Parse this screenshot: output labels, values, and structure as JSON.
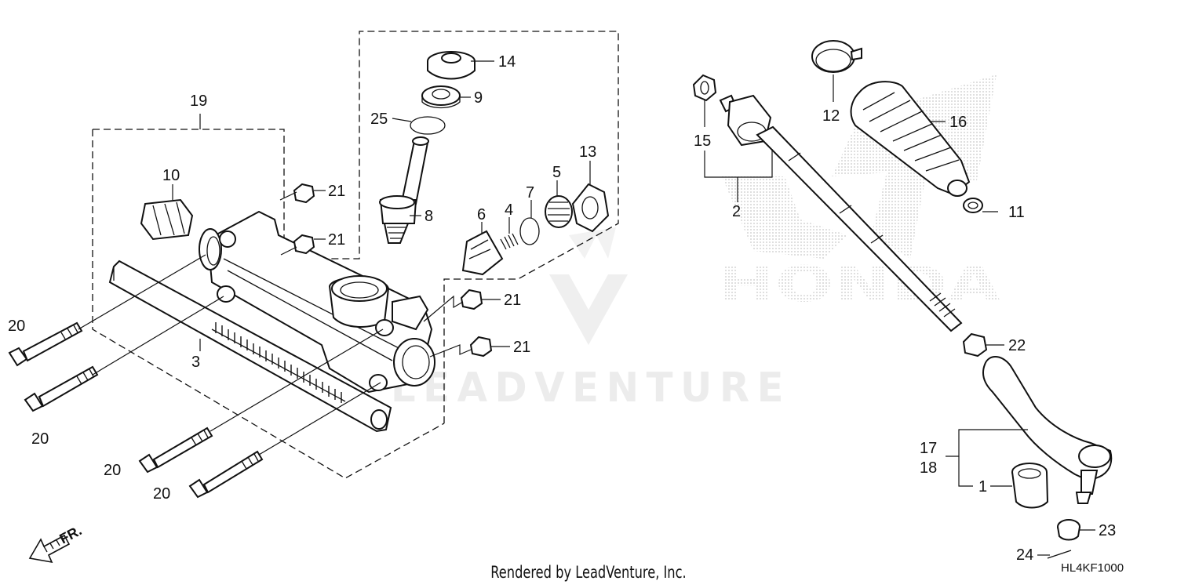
{
  "diagram": {
    "callouts": [
      {
        "id": "c1",
        "label": "1"
      },
      {
        "id": "c2",
        "label": "2"
      },
      {
        "id": "c3",
        "label": "3"
      },
      {
        "id": "c4",
        "label": "4"
      },
      {
        "id": "c5",
        "label": "5"
      },
      {
        "id": "c6",
        "label": "6"
      },
      {
        "id": "c7",
        "label": "7"
      },
      {
        "id": "c8",
        "label": "8"
      },
      {
        "id": "c9",
        "label": "9"
      },
      {
        "id": "c10",
        "label": "10"
      },
      {
        "id": "c11",
        "label": "11"
      },
      {
        "id": "c12",
        "label": "12"
      },
      {
        "id": "c13",
        "label": "13"
      },
      {
        "id": "c14",
        "label": "14"
      },
      {
        "id": "c15",
        "label": "15"
      },
      {
        "id": "c16",
        "label": "16"
      },
      {
        "id": "c17",
        "label": "17"
      },
      {
        "id": "c18",
        "label": "18"
      },
      {
        "id": "c19",
        "label": "19"
      },
      {
        "id": "c20a",
        "label": "20"
      },
      {
        "id": "c20b",
        "label": "20"
      },
      {
        "id": "c20c",
        "label": "20"
      },
      {
        "id": "c20d",
        "label": "20"
      },
      {
        "id": "c21a",
        "label": "21"
      },
      {
        "id": "c21b",
        "label": "21"
      },
      {
        "id": "c21c",
        "label": "21"
      },
      {
        "id": "c21d",
        "label": "21"
      },
      {
        "id": "c22",
        "label": "22"
      },
      {
        "id": "c23",
        "label": "23"
      },
      {
        "id": "c24",
        "label": "24"
      },
      {
        "id": "c25",
        "label": "25"
      }
    ],
    "front_arrow_label": "FR.",
    "diagram_code": "HL4KF1000"
  },
  "watermark": {
    "brand_text": "LEADVENTURE",
    "logo_text": "HONDA"
  },
  "footer": {
    "rendered_by": "Rendered by LeadVenture, Inc."
  },
  "colors": {
    "line": "#111111",
    "watermark": "#e6e6e6",
    "background": "#ffffff"
  }
}
